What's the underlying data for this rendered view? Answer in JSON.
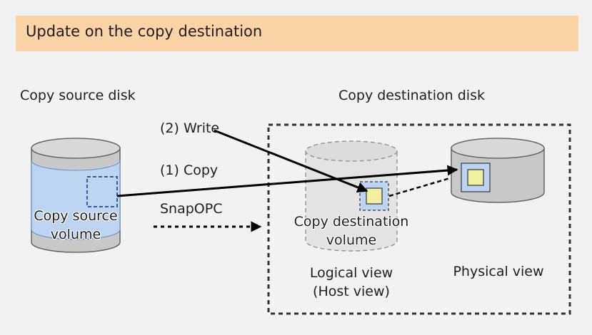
{
  "title": "Update on the copy destination",
  "labels": {
    "source_disk": "Copy source disk",
    "destination_disk": "Copy destination disk",
    "write_step": "(2) Write",
    "copy_step": "(1) Copy",
    "snapopc": "SnapOPC",
    "source_volume_line1": "Copy source",
    "source_volume_line2": "volume",
    "dest_volume_line1": "Copy destination",
    "dest_volume_line2": "volume",
    "logical_view_line1": "Logical view",
    "logical_view_line2": "(Host view)",
    "physical_view": "Physical view"
  },
  "colors": {
    "title_background": "#fcd2a7",
    "volume_fill": "#bcd3f2",
    "disk_gray": "#c8c8c8",
    "data_block": "#f0f0a0",
    "background": "#f2f2f2"
  }
}
